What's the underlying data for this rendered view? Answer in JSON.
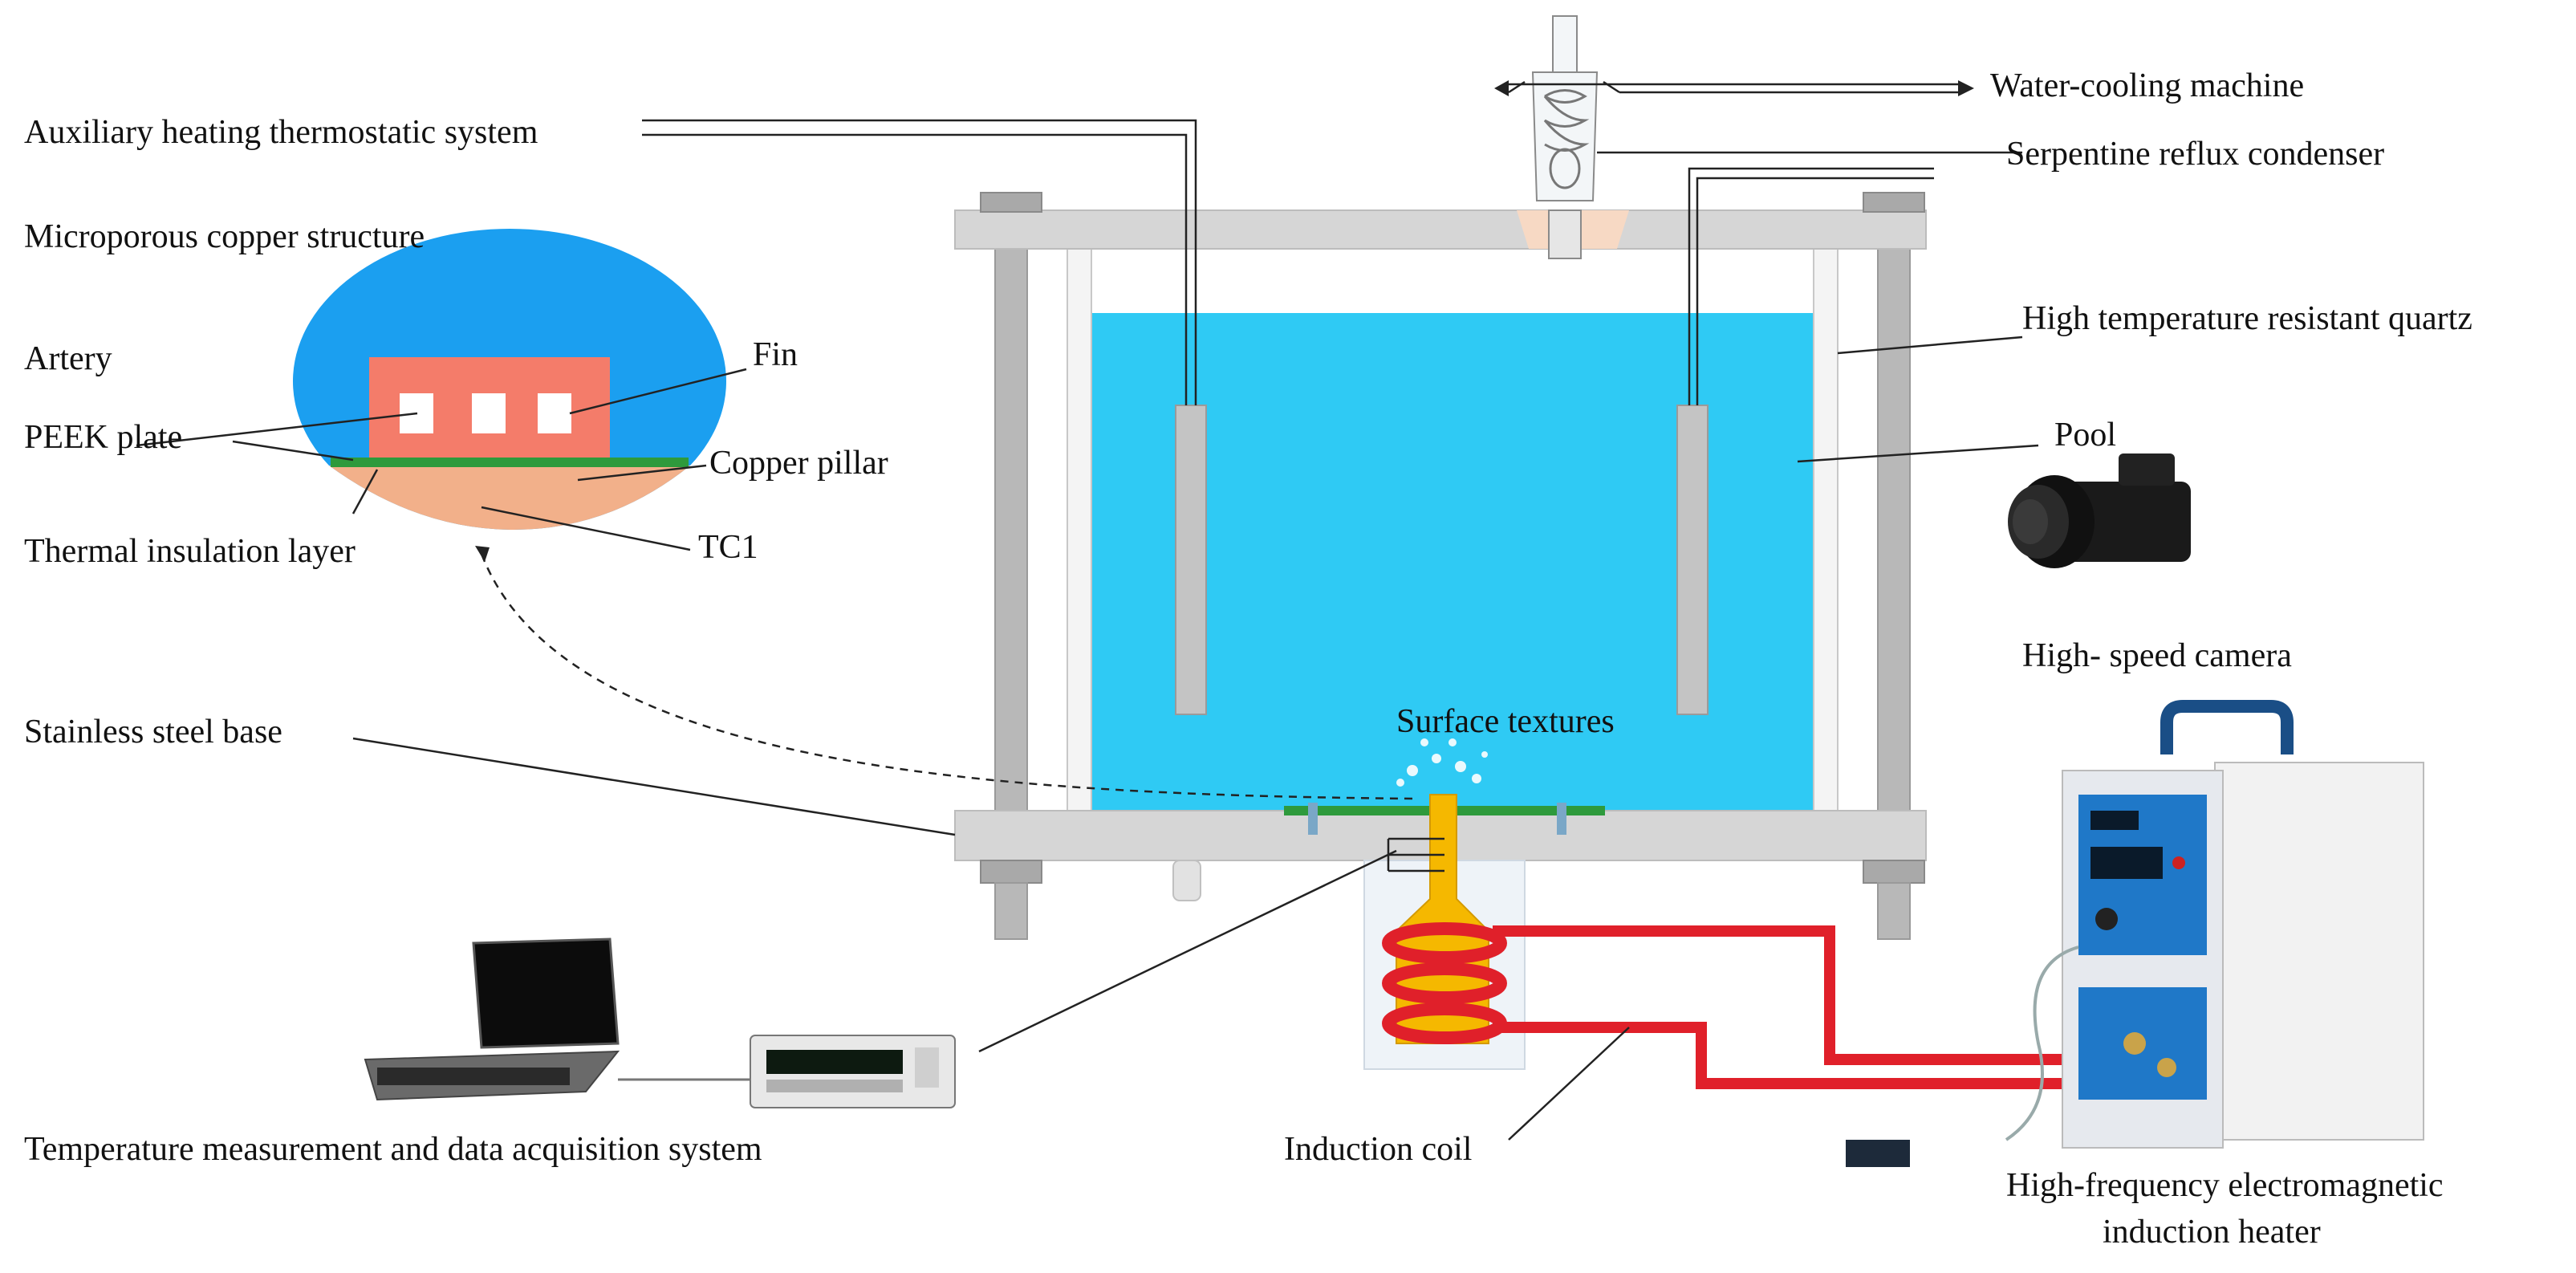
{
  "labels": {
    "water_cooling": "Water-cooling machine",
    "aux_heating": "Auxiliary heating thermostatic system",
    "serpentine": "Serpentine reflux condenser",
    "microporous": "Microporous copper structure",
    "artery": "Artery",
    "fin": "Fin",
    "peek": "PEEK plate",
    "copper_pillar": "Copper pillar",
    "thermal_insulation": "Thermal insulation layer",
    "tc1": "TC1",
    "quartz": "High temperature resistant quartz",
    "pool": "Pool",
    "camera": "High- speed camera",
    "stainless_base": "Stainless steel base",
    "surface_textures": "Surface textures",
    "temp_measurement": "Temperature measurement and data acquisition system",
    "induction_coil": "Induction coil",
    "heater_line1": "High-frequency electromagnetic",
    "heater_line2": "induction heater"
  },
  "colors": {
    "pool": "#2fcaf4",
    "inset_bg": "#1b9ff0",
    "copper_structure": "#f47c6a",
    "copper_pillar": "#f2b08a",
    "peek": "#2e9a3c",
    "coil": "#e0202a",
    "pillar_yellow": "#f5b800",
    "frame": "#d6d6d6"
  },
  "icons": [
    "laptop-icon",
    "multimeter-icon",
    "camera-icon",
    "heater-icon"
  ]
}
